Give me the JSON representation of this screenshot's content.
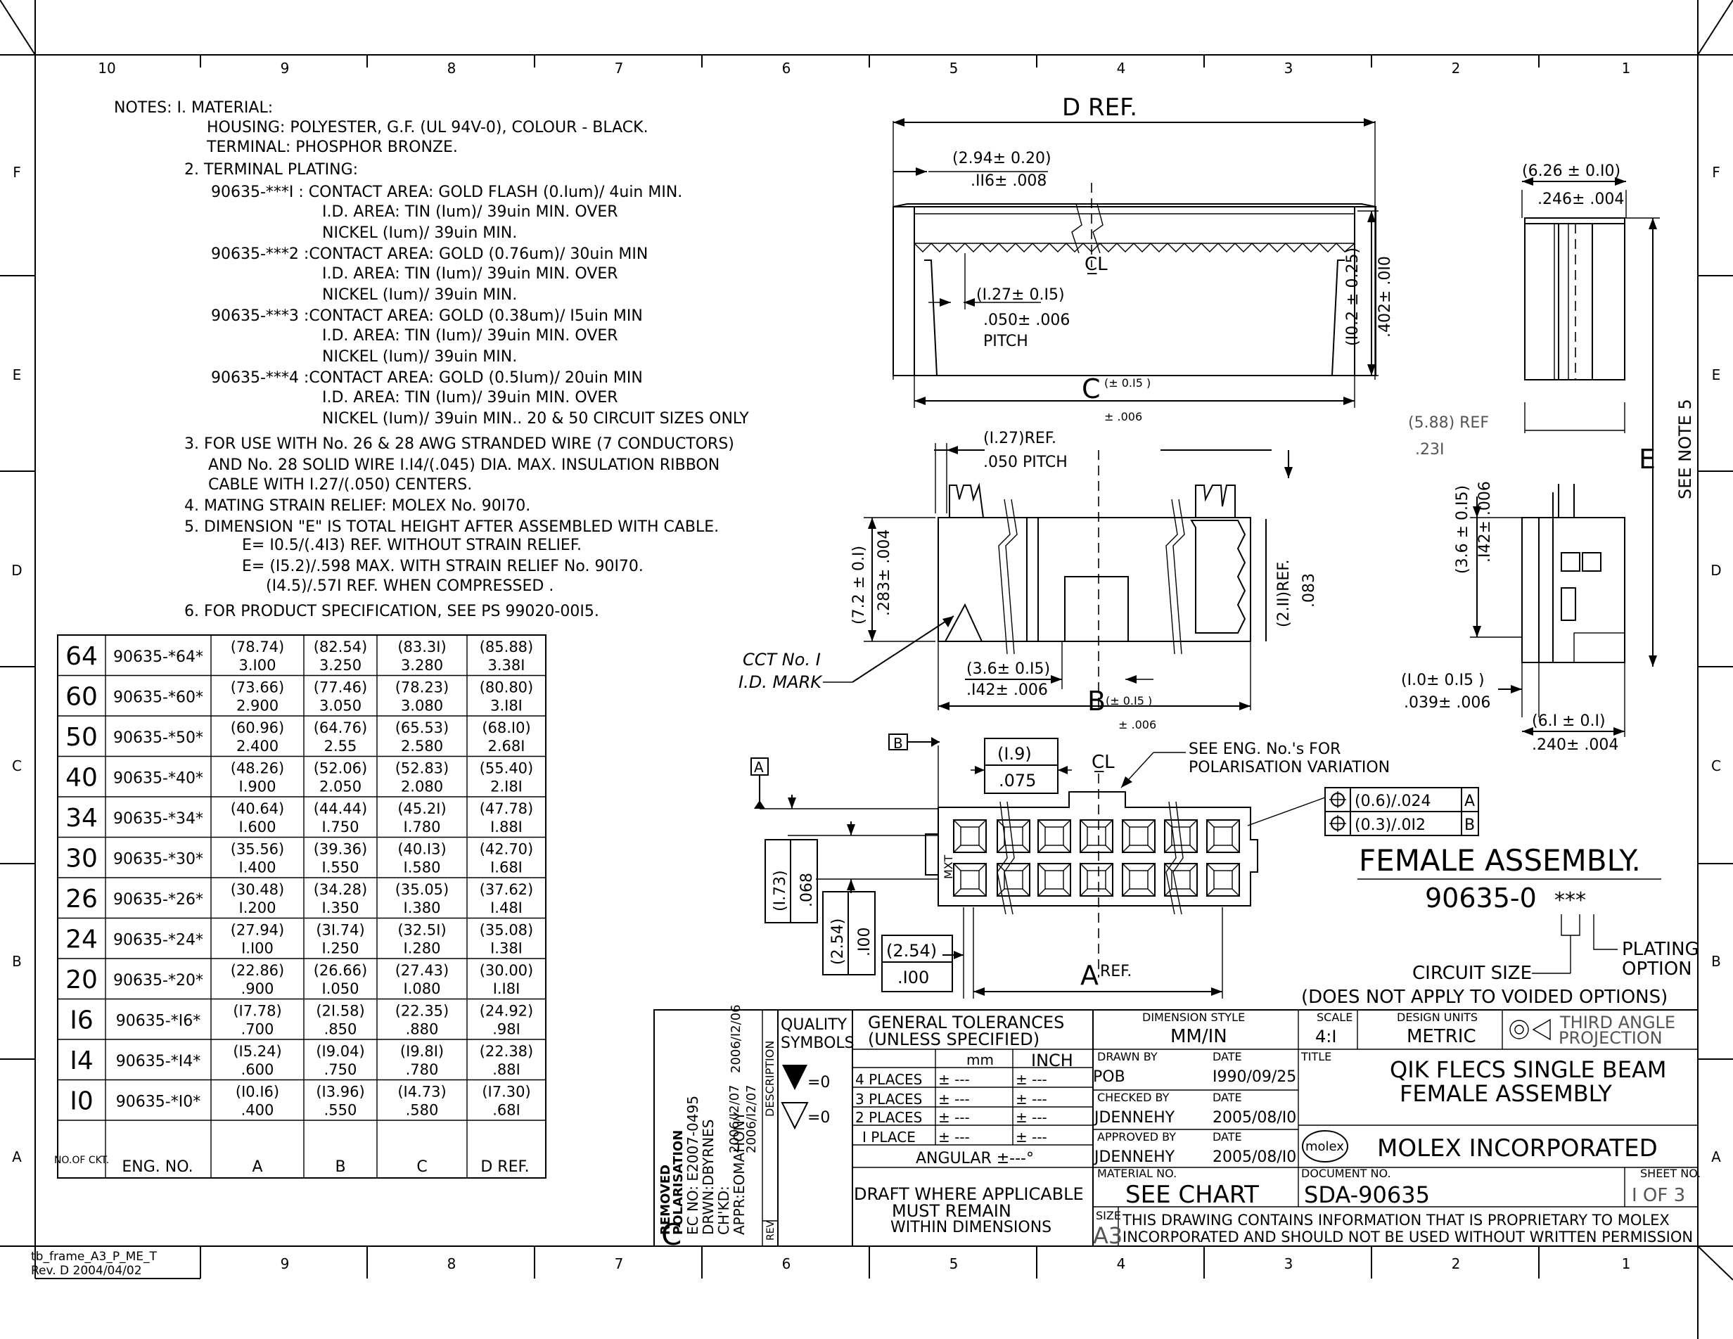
{
  "frame": {
    "col_labels_top": [
      "10",
      "9",
      "8",
      "7",
      "6",
      "5",
      "4",
      "3",
      "2",
      "1"
    ],
    "col_labels_bottom": [
      "9",
      "8",
      "7",
      "6",
      "5",
      "4",
      "3",
      "2",
      "1"
    ],
    "row_labels": [
      "F",
      "E",
      "D",
      "C",
      "B",
      "A"
    ],
    "template_id": "tb_frame_A3_P_ME_T",
    "template_rev": "Rev. D 2004/04/02"
  },
  "notes": {
    "lines": [
      "NOTES: I. MATERIAL:",
      "HOUSING: POLYESTER, G.F. (UL 94V-0), COLOUR - BLACK.",
      "TERMINAL: PHOSPHOR BRONZE.",
      "2. TERMINAL PLATING:",
      "90635-***I : CONTACT AREA: GOLD FLASH (0.Ium)/ 4uin MIN.",
      "I.D. AREA: TIN (Ium)/ 39uin MIN. OVER",
      "NICKEL (Ium)/ 39uin MIN.",
      "90635-***2 :CONTACT AREA: GOLD (0.76um)/ 30uin MIN",
      "I.D. AREA: TIN (Ium)/ 39uin MIN. OVER",
      "NICKEL (Ium)/ 39uin MIN.",
      "90635-***3 :CONTACT AREA: GOLD (0.38um)/ I5uin MIN",
      "I.D. AREA: TIN (Ium)/ 39uin MIN. OVER",
      "NICKEL (Ium)/ 39uin MIN.",
      "90635-***4 :CONTACT AREA: GOLD (0.5Ium)/ 20uin MIN",
      "I.D. AREA: TIN (Ium)/ 39uin MIN. OVER",
      "NICKEL (Ium)/ 39uin MIN.. 20 & 50 CIRCUIT SIZES ONLY",
      "3. FOR USE WITH No. 26 & 28 AWG STRANDED WIRE (7 CONDUCTORS)",
      "AND No. 28 SOLID WIRE I.I4/(.045) DIA. MAX. INSULATION RIBBON",
      "CABLE WITH I.27/(.050) CENTERS.",
      "4. MATING STRAIN RELIEF: MOLEX No. 90I70.",
      "5. DIMENSION \"E\" IS TOTAL HEIGHT AFTER ASSEMBLED WITH CABLE.",
      "E= I0.5/(.4I3) REF. WITHOUT STRAIN RELIEF.",
      "E= (I5.2)/.598 MAX. WITH STRAIN RELIEF No. 90I70.",
      "(I4.5)/.57I REF. WHEN COMPRESSED .",
      "6. FOR PRODUCT SPECIFICATION, SEE PS 99020-00I5."
    ]
  },
  "circuit_table": {
    "header": [
      "NO.OF CKT.",
      "ENG. NO.",
      "A",
      "B",
      "C",
      "D REF."
    ],
    "rows": [
      {
        "ckt": "64",
        "eng": "90635-*64*",
        "a_mm": "(78.74)",
        "a_in": "3.I00",
        "b_mm": "(82.54)",
        "b_in": "3.250",
        "c_mm": "(83.3I)",
        "c_in": "3.280",
        "d_mm": "(85.88)",
        "d_in": "3.38I"
      },
      {
        "ckt": "60",
        "eng": "90635-*60*",
        "a_mm": "(73.66)",
        "a_in": "2.900",
        "b_mm": "(77.46)",
        "b_in": "3.050",
        "c_mm": "(78.23)",
        "c_in": "3.080",
        "d_mm": "(80.80)",
        "d_in": "3.I8I"
      },
      {
        "ckt": "50",
        "eng": "90635-*50*",
        "a_mm": "(60.96)",
        "a_in": "2.400",
        "b_mm": "(64.76)",
        "b_in": "2.55",
        "c_mm": "(65.53)",
        "c_in": "2.580",
        "d_mm": "(68.I0)",
        "d_in": "2.68I"
      },
      {
        "ckt": "40",
        "eng": "90635-*40*",
        "a_mm": "(48.26)",
        "a_in": "I.900",
        "b_mm": "(52.06)",
        "b_in": "2.050",
        "c_mm": "(52.83)",
        "c_in": "2.080",
        "d_mm": "(55.40)",
        "d_in": "2.I8I"
      },
      {
        "ckt": "34",
        "eng": "90635-*34*",
        "a_mm": "(40.64)",
        "a_in": "I.600",
        "b_mm": "(44.44)",
        "b_in": "I.750",
        "c_mm": "(45.2I)",
        "c_in": "I.780",
        "d_mm": "(47.78)",
        "d_in": "I.88I"
      },
      {
        "ckt": "30",
        "eng": "90635-*30*",
        "a_mm": "(35.56)",
        "a_in": "I.400",
        "b_mm": "(39.36)",
        "b_in": "I.550",
        "c_mm": "(40.I3)",
        "c_in": "I.580",
        "d_mm": "(42.70)",
        "d_in": "I.68I"
      },
      {
        "ckt": "26",
        "eng": "90635-*26*",
        "a_mm": "(30.48)",
        "a_in": "I.200",
        "b_mm": "(34.28)",
        "b_in": "I.350",
        "c_mm": "(35.05)",
        "c_in": "I.380",
        "d_mm": "(37.62)",
        "d_in": "I.48I"
      },
      {
        "ckt": "24",
        "eng": "90635-*24*",
        "a_mm": "(27.94)",
        "a_in": "I.I00",
        "b_mm": "(3I.74)",
        "b_in": "I.250",
        "c_mm": "(32.5I)",
        "c_in": "I.280",
        "d_mm": "(35.08)",
        "d_in": "I.38I"
      },
      {
        "ckt": "20",
        "eng": "90635-*20*",
        "a_mm": "(22.86)",
        "a_in": ".900",
        "b_mm": "(26.66)",
        "b_in": "I.050",
        "c_mm": "(27.43)",
        "c_in": "I.080",
        "d_mm": "(30.00)",
        "d_in": "I.I8I"
      },
      {
        "ckt": "I6",
        "eng": "90635-*I6*",
        "a_mm": "(I7.78)",
        "a_in": ".700",
        "b_mm": "(2I.58)",
        "b_in": ".850",
        "c_mm": "(22.35)",
        "c_in": ".880",
        "d_mm": "(24.92)",
        "d_in": ".98I"
      },
      {
        "ckt": "I4",
        "eng": "90635-*I4*",
        "a_mm": "(I5.24)",
        "a_in": ".600",
        "b_mm": "(I9.04)",
        "b_in": ".750",
        "c_mm": "(I9.8I)",
        "c_in": ".780",
        "d_mm": "(22.38)",
        "d_in": ".88I"
      },
      {
        "ckt": "I0",
        "eng": "90635-*I0*",
        "a_mm": "(I0.I6)",
        "a_in": ".400",
        "b_mm": "(I3.96)",
        "b_in": ".550",
        "c_mm": "(I4.73)",
        "c_in": ".580",
        "d_mm": "(I7.30)",
        "d_in": ".68I"
      }
    ]
  },
  "dims": {
    "d_ref": "D REF.",
    "d1_mm": "(2.94± 0.20)",
    "d1_in": ".II6± .008",
    "pitch_mm": "(I.27± 0.I5)",
    "pitch_in": ".050± .006",
    "pitch_word": "PITCH",
    "cl": "C̲L",
    "c_label": "C",
    "c_tol_mm": "(± 0.I5 )",
    "c_tol_in": "± .006",
    "h_mm": "(I0.2 ± 0.25)",
    "h_in": ".402± .0I0",
    "side_w_mm": "(6.26 ± 0.I0)",
    "side_w_in": ".246± .004",
    "ref_mm": "(5.88) REF",
    "ref_in": ".23I",
    "e_label": "E",
    "see_note": "SEE NOTE 5",
    "pitch_ref_mm": "(I.27)REF.",
    "pitch_ref_in": ".050 PITCH",
    "ht_mm": "(7.2 ± 0.I)",
    "ht_in": ".283± .004",
    "ref211_mm": "(2.II)REF.",
    "ref211_in": ".083",
    "cct_mark_1": "CCT No. I",
    "cct_mark_2": "I.D. MARK",
    "d36_mm": "(3.6± 0.I5)",
    "d36_in": ".I42± .006",
    "b_label": "B",
    "b_tol_mm": "(± 0.I5 )",
    "b_tol_in": "± .006",
    "side36_mm": "(3.6 ± 0.I5)",
    "side36_in": ".I42± .006",
    "side10_mm": "(I.0± 0.I5 )",
    "side10_in": ".039± .006",
    "side61_mm": "(6.I ± 0.I)",
    "side61_in": ".240± .004",
    "datum_b": "B",
    "datum_a": "A",
    "d19_mm": "(I.9)",
    "d19_in": ".075",
    "see_eng_1": "SEE ENG. No.'s FOR",
    "see_eng_2": "POLARISATION VARIATION",
    "tol1": "(0.6)/.024",
    "tol1_ref": "A",
    "tol2": "(0.3)/.0I2",
    "tol2_ref": "B",
    "d173_mm": "(I.73)",
    "d173_in": ".068",
    "d254v_mm": "(2.54)",
    "d254v_in": ".I00",
    "d254h_mm": "(2.54)",
    "d254h_in": ".I00",
    "a_ref": "A",
    "a_ref_sup": "REF.",
    "mxt": "MXT"
  },
  "assembly": {
    "title": "FEMALE ASSEMBLY.",
    "part_prefix": "90635-0",
    "part_suffix": "***",
    "circuit_size": "CIRCUIT SIZE",
    "plating_1": "PLATING",
    "plating_2": "OPTION",
    "disclaimer": "(DOES NOT APPLY TO VOIDED OPTIONS)"
  },
  "revision": {
    "date1": "2006/I2/06",
    "date2": "2006/I2/07",
    "date3": "2006/I2/07",
    "l1": "REMOVED",
    "l2": "POLARISATION",
    "l3": "EC NO: E2007-0495",
    "l4": "DRWN:DBYRNES",
    "l5": "CH'KD:",
    "l6": "APPR:EOMAHONY",
    "description": "DESCRIPTION",
    "rev": "REV",
    "rev_letter": "C"
  },
  "quality": {
    "title_1": "QUALITY",
    "title_2": "SYMBOLS",
    "eq1": "=0",
    "eq2": "=0"
  },
  "tolerances": {
    "title_1": "GENERAL TOLERANCES",
    "title_2": "(UNLESS SPECIFIED)",
    "col_mm": "mm",
    "col_inch": "INCH",
    "rows": [
      {
        "label": "4 PLACES",
        "mm": "± ---",
        "inch": "± ---"
      },
      {
        "label": "3 PLACES",
        "mm": "± ---",
        "inch": "± ---"
      },
      {
        "label": "2 PLACES",
        "mm": "± ---",
        "inch": "± ---"
      },
      {
        "label": "I PLACE",
        "mm": "± ---",
        "inch": "± ---"
      }
    ],
    "angular": "ANGULAR ±---°",
    "draft_1": "DRAFT WHERE APPLICABLE",
    "draft_2": "MUST REMAIN",
    "draft_3": "WITHIN DIMENSIONS"
  },
  "titleblock": {
    "dim_style_label": "DIMENSION STYLE",
    "dim_style": "MM/IN",
    "scale_label": "SCALE",
    "scale": "4:I",
    "units_label": "DESIGN UNITS",
    "units": "METRIC",
    "projection_1": "THIRD ANGLE",
    "projection_2": "PROJECTION",
    "drawn_by_label": "DRAWN BY",
    "drawn_by": "POB",
    "drawn_date": "I990/09/25",
    "checked_by_label": "CHECKED BY",
    "checked_by": "JDENNEHY",
    "checked_date": "2005/08/I0",
    "approved_by_label": "APPROVED BY",
    "approved_by": "JDENNEHY",
    "approved_date": "2005/08/I0",
    "date_label": "DATE",
    "title_label": "TITLE",
    "title_1": "QIK FLECS SINGLE BEAM",
    "title_2": "FEMALE ASSEMBLY",
    "logo": "molex",
    "company": "MOLEX INCORPORATED",
    "material_label": "MATERIAL NO.",
    "material": "SEE CHART",
    "doc_label": "DOCUMENT NO.",
    "doc": "SDA-90635",
    "sheet_label": "SHEET NO.",
    "sheet": "I OF 3",
    "size_label": "SIZE",
    "size": "A3",
    "prop_1": "THIS DRAWING CONTAINS INFORMATION THAT IS PROPRIETARY TO MOLEX",
    "prop_2": "INCORPORATED AND SHOULD NOT BE USED WITHOUT WRITTEN PERMISSION"
  }
}
